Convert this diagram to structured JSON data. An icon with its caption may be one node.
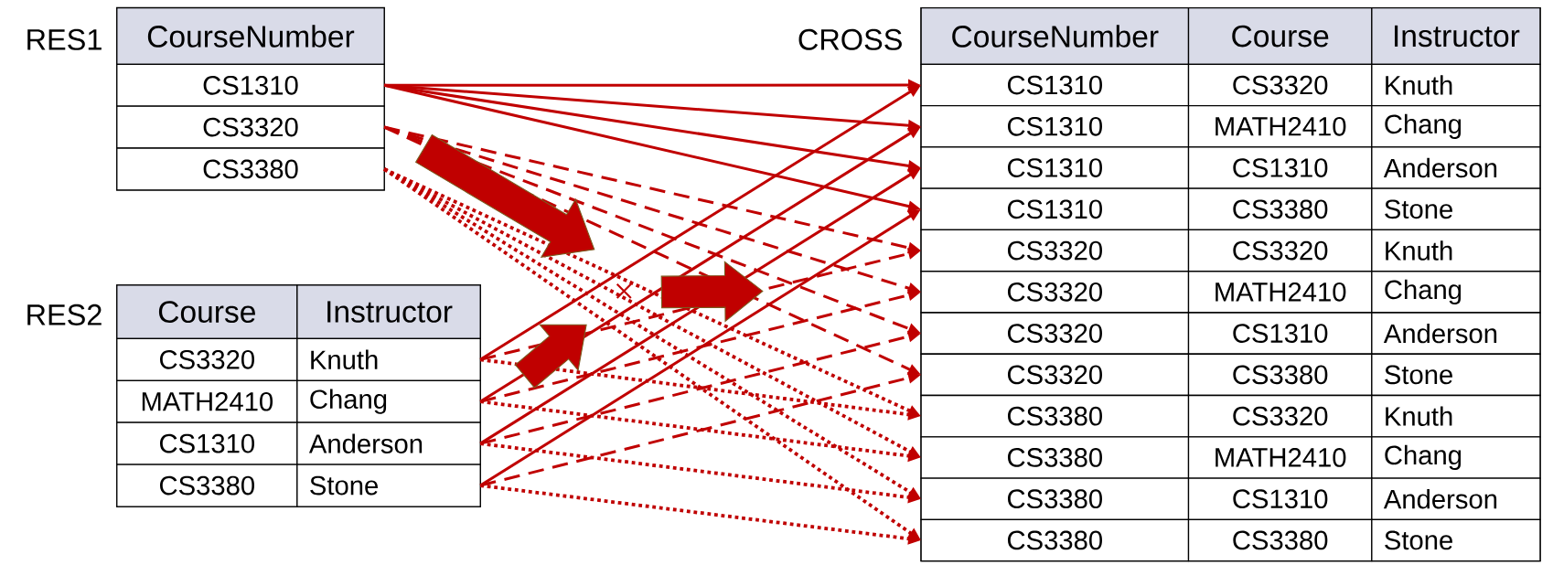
{
  "diagram": {
    "nodes": [
      {
        "text": [
          "RES1"
        ]
      },
      {
        "text": [
          "CourseNumber"
        ],
        "in": 0
      },
      {
        "text": [
          "CS1310"
        ],
        "in": 0
      },
      {
        "text": [
          "CS3320"
        ],
        "in": 0
      },
      {
        "text": [
          "CS3380"
        ],
        "in": 0
      },
      {
        "text": [
          "CROSS"
        ]
      },
      {
        "text": [
          "CourseNumber"
        ],
        "in": 5
      },
      {
        "text": [
          "Course"
        ],
        "in": 5
      },
      {
        "text": [
          "Instructor"
        ],
        "in": 5
      },
      {
        "text": [
          "CS1310"
        ],
        "in": 5
      },
      {
        "text": [
          "CS3320"
        ],
        "in": 5
      },
      {
        "text": [
          "Knuth"
        ],
        "in": 5
      },
      {
        "text": [
          "CS1310"
        ],
        "in": 5
      },
      {
        "text": [
          "MATH2410"
        ],
        "in": 5
      },
      {
        "text": [
          "Chang"
        ],
        "in": 5
      },
      {
        "text": [
          "CS1310"
        ],
        "in": 5
      },
      {
        "text": [
          "CS1310"
        ],
        "in": 5
      },
      {
        "text": [
          "Anderson"
        ],
        "in": 5
      },
      {
        "text": [
          "CS1310"
        ],
        "in": 5
      },
      {
        "text": [
          "CS3380"
        ],
        "in": 5
      },
      {
        "text": [
          "Stone"
        ],
        "in": 5
      },
      {
        "text": [
          "CS3320"
        ],
        "in": 5
      },
      {
        "text": [
          "CS3320"
        ],
        "in": 5
      },
      {
        "text": [
          "Knuth"
        ],
        "in": 5
      },
      {
        "text": [
          "CS3320"
        ],
        "in": 5
      },
      {
        "text": [
          "MATH2410"
        ],
        "in": 5
      },
      {
        "text": [
          "Chang"
        ],
        "in": 5
      },
      {
        "text": [
          "CS3320"
        ],
        "in": 5
      },
      {
        "text": [
          "CS1310"
        ],
        "in": 5
      },
      {
        "text": [
          "Anderson"
        ],
        "in": 5
      },
      {
        "text": [
          "CS3320"
        ],
        "in": 5
      },
      {
        "text": [
          "CS3380"
        ],
        "in": 5
      },
      {
        "text": [
          "Stone"
        ],
        "in": 5
      },
      {
        "text": [
          "CS3380"
        ],
        "in": 5
      },
      {
        "text": [
          "CS3320"
        ],
        "in": 5
      },
      {
        "text": [
          "Knuth"
        ],
        "in": 5
      },
      {
        "text": [
          "CS3380"
        ],
        "in": 5
      },
      {
        "text": [
          "MATH2410"
        ],
        "in": 5
      },
      {
        "text": [
          "Chang"
        ],
        "in": 5
      },
      {
        "text": [
          "CS3380"
        ],
        "in": 5
      },
      {
        "text": [
          "CS1310"
        ],
        "in": 5
      },
      {
        "text": [
          "Anderson"
        ],
        "in": 5
      },
      {
        "text": [
          "CS3380"
        ],
        "in": 5
      },
      {
        "text": [
          "CS3380"
        ],
        "in": 5
      },
      {
        "text": [
          "Stone"
        ],
        "in": 5
      },
      {
        "text": [
          "RES2"
        ]
      },
      {
        "text": [
          "Course"
        ],
        "in": 45
      },
      {
        "text": [
          "Instructor"
        ],
        "in": 45
      },
      {
        "text": [
          "CS3320"
        ],
        "in": 45
      },
      {
        "text": [
          "Knuth"
        ],
        "in": 45
      },
      {
        "text": [
          "MATH2410"
        ],
        "in": 45
      },
      {
        "text": [
          "Chang"
        ],
        "in": 45
      },
      {
        "text": [
          "CS1310"
        ],
        "in": 45
      },
      {
        "text": [
          "Anderson"
        ],
        "in": 45
      },
      {
        "text": [
          "CS3380"
        ],
        "in": 45
      },
      {
        "text": [
          "Stone"
        ],
        "in": 45
      }
    ],
    "edges": [
      {
        "from": 2,
        "to": 9,
        "arrow": "to"
      },
      {
        "from": 2,
        "to": 12,
        "arrow": "to"
      },
      {
        "from": 2,
        "to": 15,
        "arrow": "to"
      },
      {
        "from": 2,
        "to": 18,
        "arrow": "to"
      },
      {
        "from": 3,
        "to": 21,
        "arrow": "to",
        "style": "dashed"
      },
      {
        "from": 3,
        "to": 24,
        "arrow": "to",
        "style": "dashed"
      },
      {
        "from": 3,
        "to": 27,
        "arrow": "to",
        "style": "dashed"
      },
      {
        "from": 3,
        "to": 30,
        "arrow": "to",
        "style": "dashed"
      },
      {
        "from": 4,
        "to": 33,
        "arrow": "to",
        "style": "dashed"
      },
      {
        "from": 4,
        "to": 36,
        "arrow": "to",
        "style": "dashed"
      },
      {
        "from": 4,
        "to": 39,
        "arrow": "to",
        "style": "dashed"
      },
      {
        "from": 4,
        "to": 42,
        "arrow": "to",
        "style": "dashed"
      },
      {
        "from": 49,
        "to": 9,
        "arrow": "to"
      },
      {
        "from": 51,
        "to": 12,
        "arrow": "to"
      },
      {
        "from": 53,
        "to": 15,
        "arrow": "to"
      },
      {
        "from": 55,
        "to": 18,
        "arrow": "to"
      },
      {
        "from": 49,
        "to": 21,
        "arrow": "to",
        "style": "dashed"
      },
      {
        "from": 51,
        "to": 24,
        "arrow": "to",
        "style": "dashed"
      },
      {
        "from": 53,
        "to": 27,
        "arrow": "to",
        "style": "dashed"
      },
      {
        "from": 55,
        "to": 30,
        "arrow": "to",
        "style": "dashed"
      },
      {
        "from": 49,
        "to": 33,
        "arrow": "to",
        "style": "dashed"
      },
      {
        "from": 51,
        "to": 36,
        "arrow": "to",
        "style": "dashed"
      },
      {
        "from": 53,
        "to": 39,
        "arrow": "to",
        "style": "dashed"
      },
      {
        "from": 55,
        "to": 42,
        "arrow": "to",
        "style": "dashed"
      }
    ]
  }
}
